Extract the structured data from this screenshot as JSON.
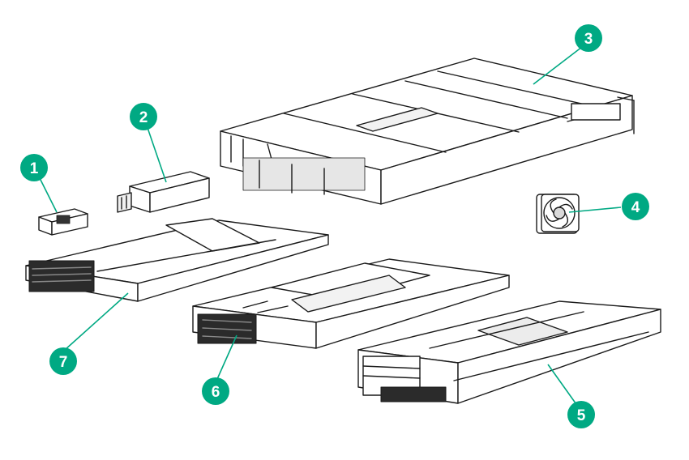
{
  "callout_color": "#00a983",
  "leader_color": "#00a983",
  "line_color": "#1a1a1a",
  "callouts": [
    {
      "number": "1",
      "part": "component-1"
    },
    {
      "number": "2",
      "part": "power-supply"
    },
    {
      "number": "3",
      "part": "chassis"
    },
    {
      "number": "4",
      "part": "fan"
    },
    {
      "number": "5",
      "part": "tray-5"
    },
    {
      "number": "6",
      "part": "server-node"
    },
    {
      "number": "7",
      "part": "blank-tray"
    }
  ]
}
